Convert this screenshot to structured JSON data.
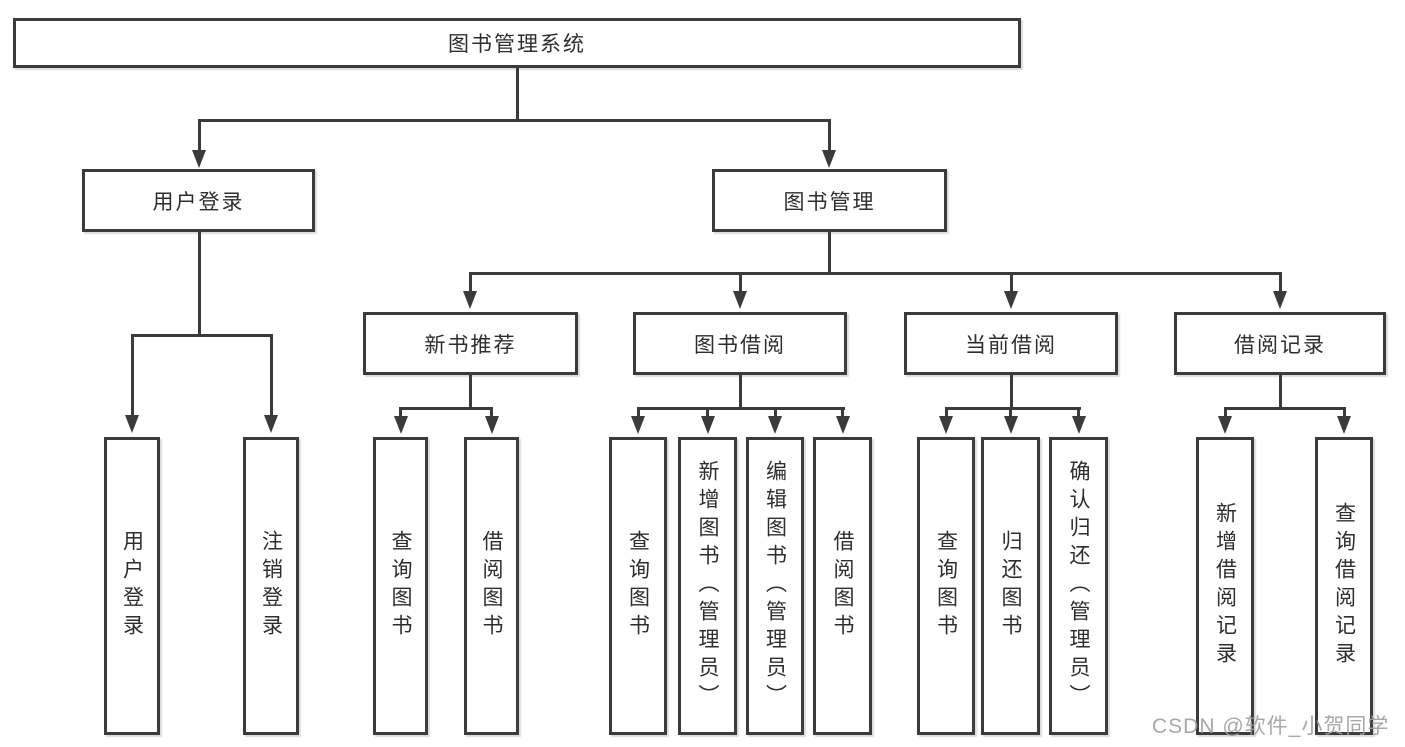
{
  "diagram": {
    "title": "图书管理系统",
    "branches": [
      {
        "label": "用户登录",
        "children": [
          {
            "label": "用户登录"
          },
          {
            "label": "注销登录"
          }
        ]
      },
      {
        "label": "图书管理",
        "children": [
          {
            "label": "新书推荐",
            "children": [
              {
                "label": "查询图书"
              },
              {
                "label": "借阅图书"
              }
            ]
          },
          {
            "label": "图书借阅",
            "children": [
              {
                "label": "查询图书"
              },
              {
                "label": "新增图书（管理员）"
              },
              {
                "label": "编辑图书（管理员）"
              },
              {
                "label": "借阅图书"
              }
            ]
          },
          {
            "label": "当前借阅",
            "children": [
              {
                "label": "查询图书"
              },
              {
                "label": "归还图书"
              },
              {
                "label": "确认归还（管理员）"
              }
            ]
          },
          {
            "label": "借阅记录",
            "children": [
              {
                "label": "新增借阅记录"
              },
              {
                "label": "查询借阅记录"
              }
            ]
          }
        ]
      }
    ]
  },
  "watermark": "CSDN @软件_小贺同学",
  "colors": {
    "line": "#3b3b3b",
    "text": "#2e2e2e",
    "background": "#ffffff",
    "watermark": "#9e9e9e"
  }
}
